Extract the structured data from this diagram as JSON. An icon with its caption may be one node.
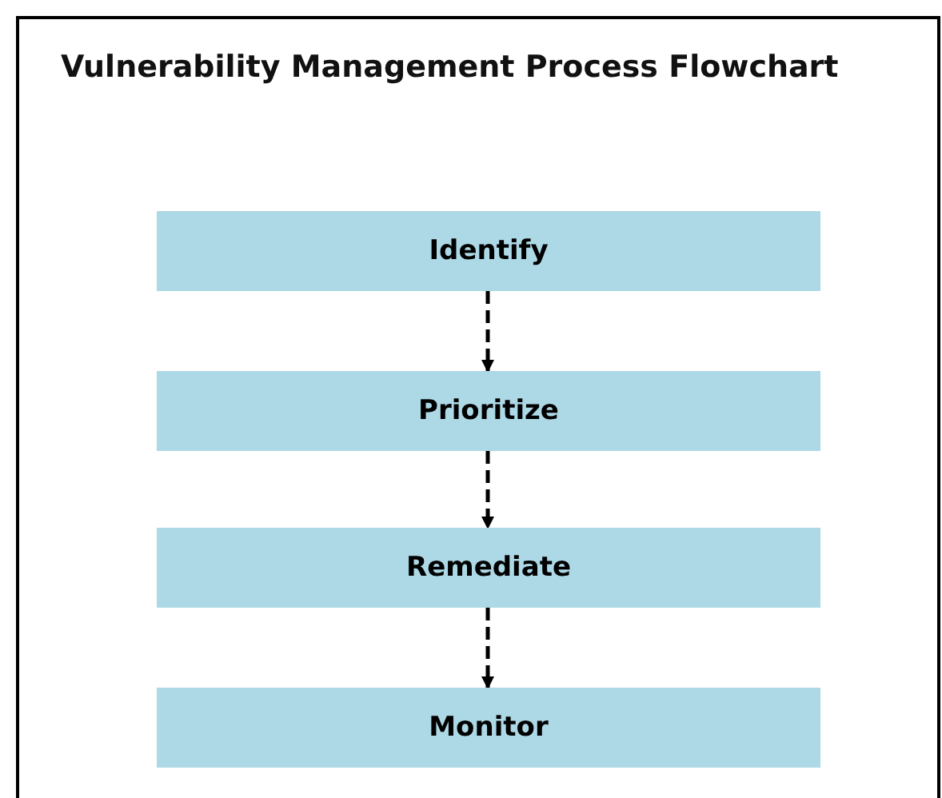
{
  "diagram": {
    "title": "Vulnerability Management Process Flowchart",
    "nodes": [
      {
        "text": [
          "Identify"
        ]
      },
      {
        "text": [
          "Prioritize"
        ]
      },
      {
        "text": [
          "Remediate"
        ]
      },
      {
        "text": [
          "Monitor"
        ]
      }
    ],
    "edges": [
      {
        "from": 0,
        "to": 1,
        "arrow": "to",
        "style": "dashed"
      },
      {
        "from": 1,
        "to": 2,
        "arrow": "to",
        "style": "dashed"
      },
      {
        "from": 2,
        "to": 3,
        "arrow": "to",
        "style": "dashed"
      }
    ]
  }
}
